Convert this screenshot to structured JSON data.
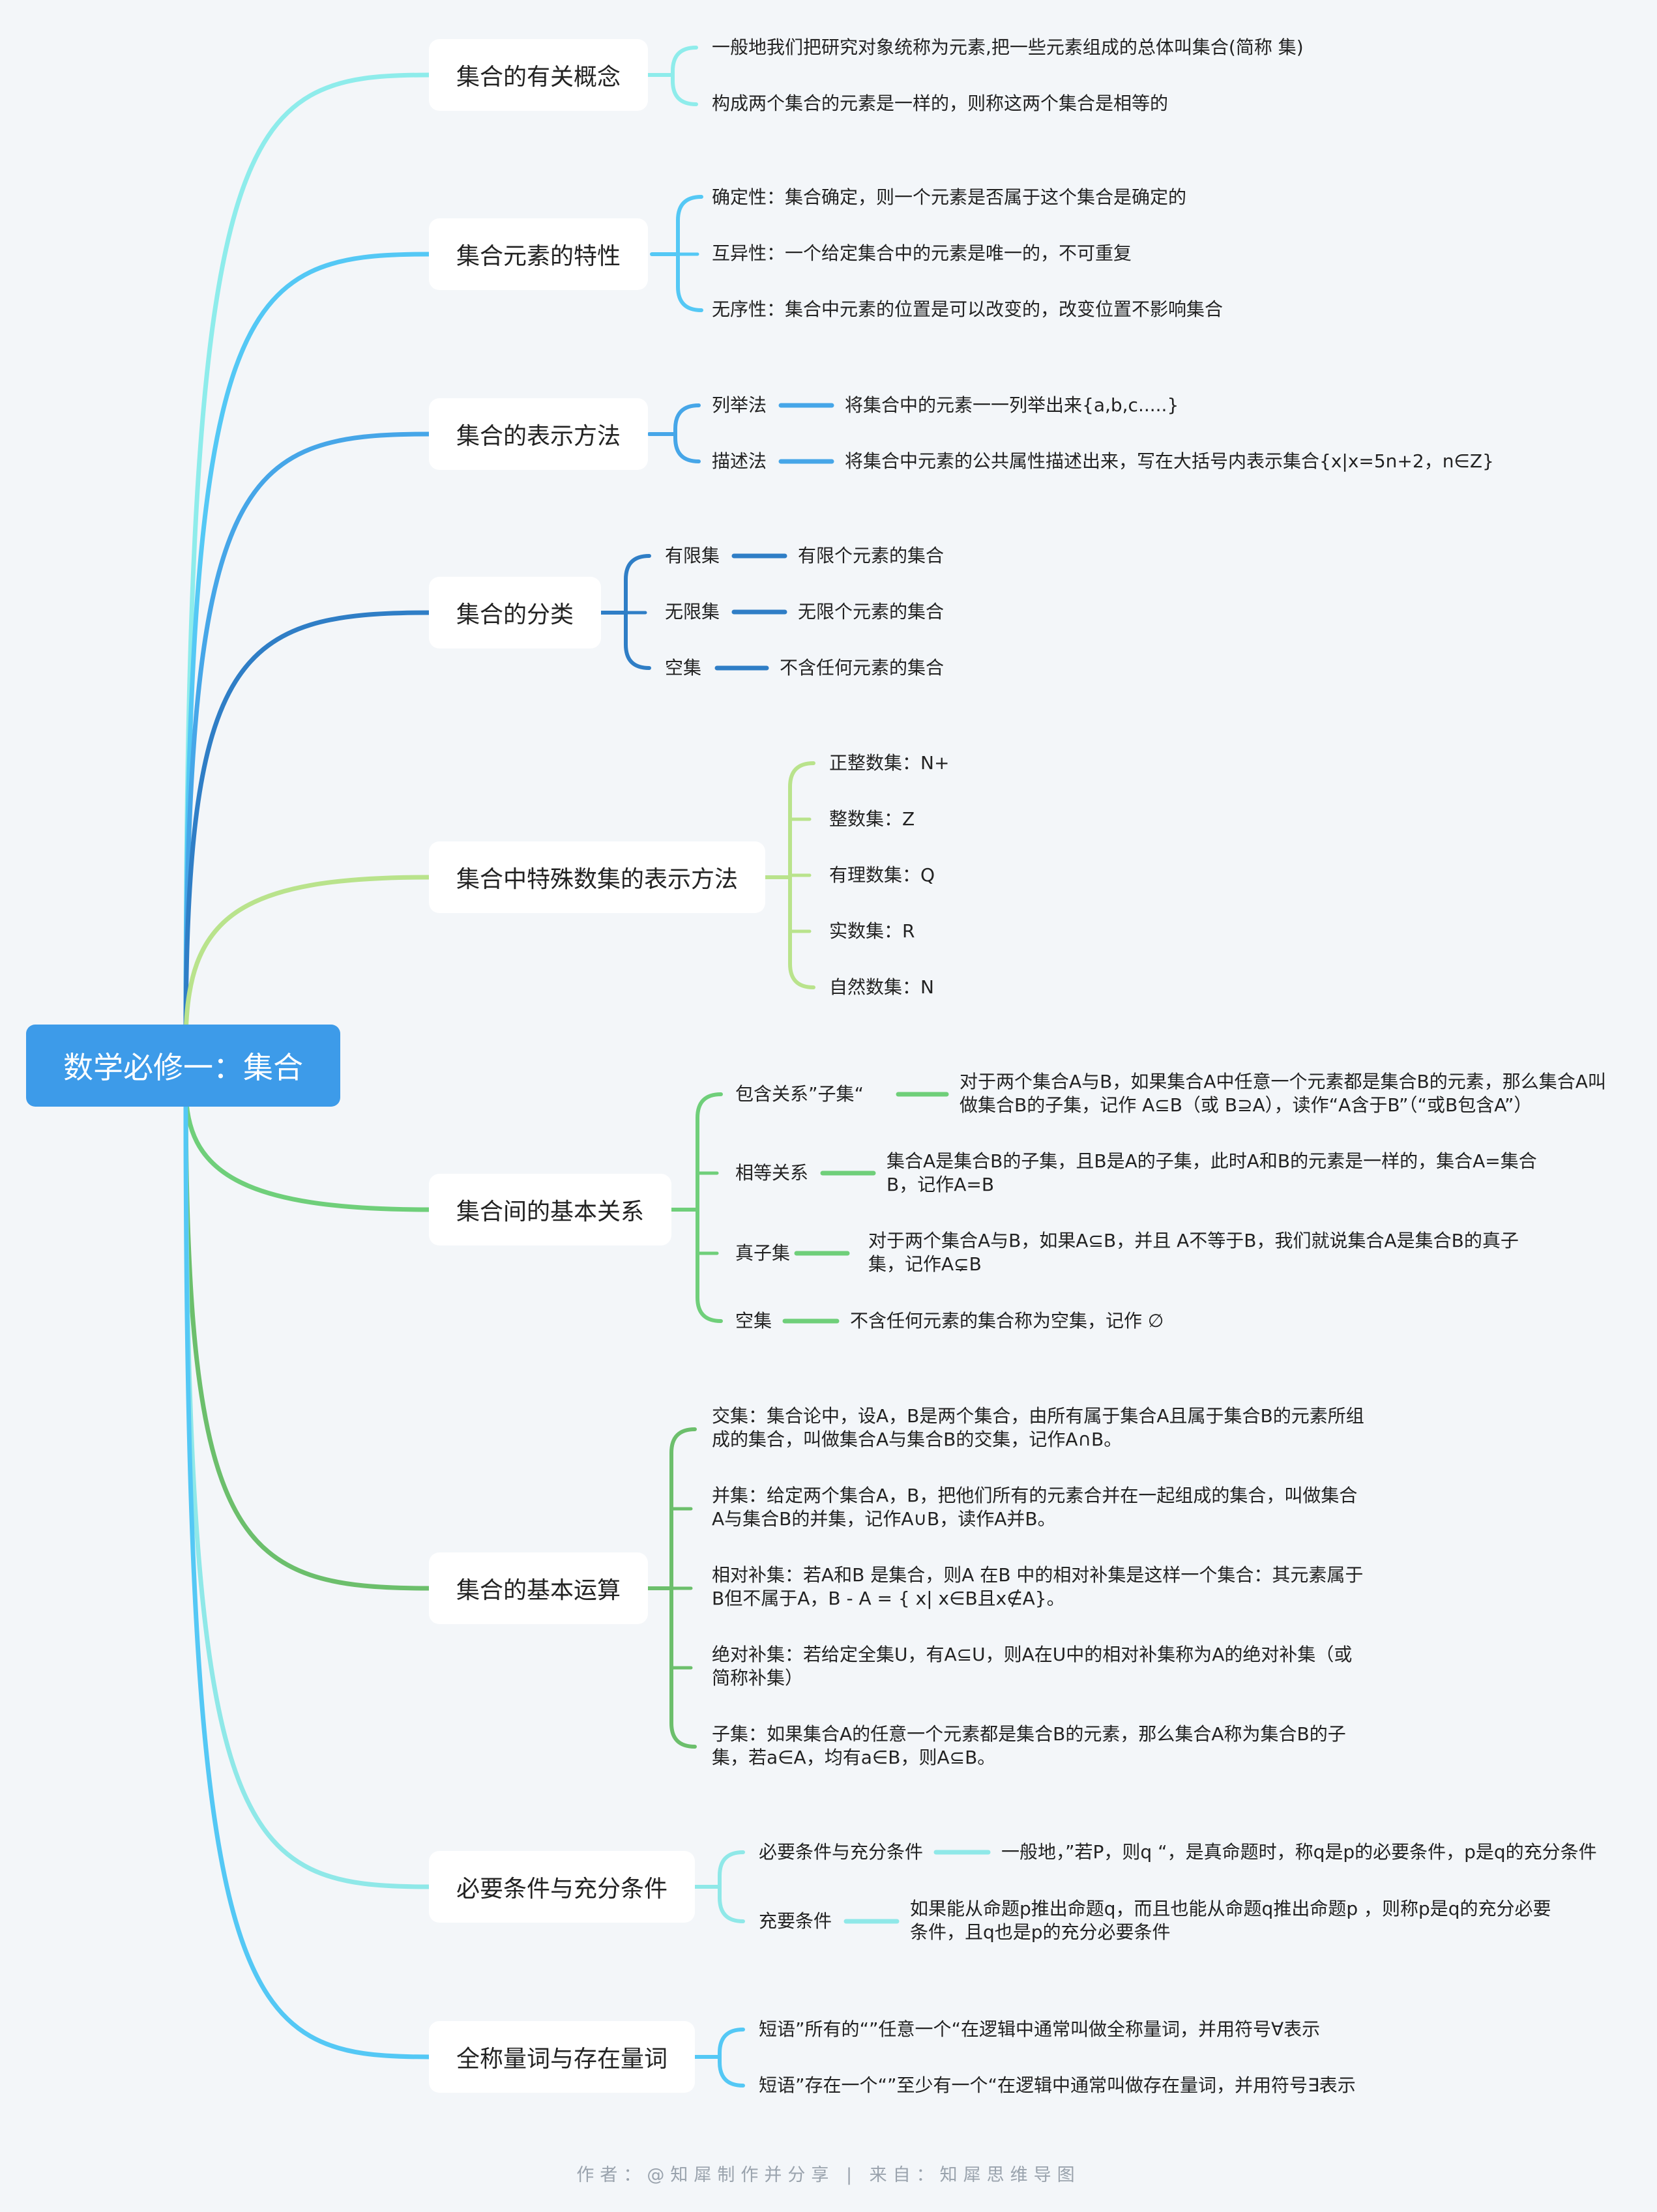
{
  "root": {
    "label": "数学必修一：集合"
  },
  "colors": {
    "b1": "#8eeceb",
    "b2": "#54c8f5",
    "b3": "#46a6e8",
    "b4": "#2f7ec6",
    "b5": "#b9e38c",
    "b6": "#6fcf7a",
    "b7": "#6cbf6c",
    "b8": "#8fe8e8",
    "b9": "#54c8f5"
  },
  "branches": [
    {
      "label": "集合的有关概念",
      "items": [
        "一般地我们把研究对象统称为元素,把一些元素组成的总体叫集合(简称 集)",
        "构成两个集合的元素是一样的，则称这两个集合是相等的"
      ]
    },
    {
      "label": "集合元素的特性",
      "items": [
        "确定性：集合确定，则一个元素是否属于这个集合是确定的",
        "互异性：一个给定集合中的元素是唯一的，不可重复",
        "无序性：集合中元素的位置是可以改变的，改变位置不影响集合"
      ]
    },
    {
      "label": "集合的表示方法",
      "items": [
        {
          "label": "列举法",
          "detail": "将集合中的元素一一列举出来{a,b,c.....}"
        },
        {
          "label": "描述法",
          "detail": "将集合中元素的公共属性描述出来，写在大括号内表示集合{x|x=5n+2，n∈Z}"
        }
      ]
    },
    {
      "label": "集合的分类",
      "items": [
        {
          "label": "有限集",
          "detail": "有限个元素的集合"
        },
        {
          "label": "无限集",
          "detail": "无限个元素的集合"
        },
        {
          "label": "空集",
          "detail": "不含任何元素的集合"
        }
      ]
    },
    {
      "label": "集合中特殊数集的表示方法",
      "items": [
        "正整数集：N+",
        "整数集：Z",
        "有理数集：Q",
        "实数集：R",
        "自然数集：N"
      ]
    },
    {
      "label": "集合间的基本关系",
      "items": [
        {
          "label": "包含关系”子集“",
          "detail": [
            "对于两个集合A与B，如果集合A中任意一个元素都是集合B的元素，那么集合A叫",
            "做集合B的子集，记作 A⊆B（或 B⊇A），读作“A含于B”（“或B包含A”）"
          ]
        },
        {
          "label": "相等关系",
          "detail": [
            "集合A是集合B的子集，且B是A的子集，此时A和B的元素是一样的，集合A=集合",
            "B，记作A=B"
          ]
        },
        {
          "label": "真子集",
          "detail": [
            "对于两个集合A与B，如果A⊆B，并且 A不等于B，我们就说集合A是集合B的真子",
            "集，记作A⊊B"
          ]
        },
        {
          "label": "空集",
          "detail": [
            "不含任何元素的集合称为空集，记作 ∅"
          ]
        }
      ]
    },
    {
      "label": "集合的基本运算",
      "items": [
        [
          "交集：集合论中，设A，B是两个集合，由所有属于集合A且属于集合B的元素所组",
          "成的集合，叫做集合A与集合B的交集，记作A∩B。"
        ],
        [
          "并集：给定两个集合A，B，把他们所有的元素合并在一起组成的集合，叫做集合",
          "A与集合B的并集，记作A∪B，读作A并B。"
        ],
        [
          "相对补集：若A和B 是集合，则A 在B 中的相对补集是这样一个集合：其元素属于",
          "B但不属于A，B - A = { x| x∈B且x∉A}。"
        ],
        [
          "绝对补集：若给定全集U，有A⊆U，则A在U中的相对补集称为A的绝对补集（或",
          "简称补集）"
        ],
        [
          "子集：如果集合A的任意一个元素都是集合B的元素，那么集合A称为集合B的子",
          "集，若a∈A，均有a∈B，则A⊆B。"
        ]
      ]
    },
    {
      "label": "必要条件与充分条件",
      "items": [
        {
          "label": "必要条件与充分条件",
          "detail": [
            "一般地，”若P，则q “，是真命题时，称q是p的必要条件，p是q的充分条件"
          ]
        },
        {
          "label": "充要条件",
          "detail": [
            "如果能从命题p推出命题q，而且也能从命题q推出命题p ，则称p是q的充分必要",
            "条件，且q也是p的充分必要条件"
          ]
        }
      ]
    },
    {
      "label": "全称量词与存在量词",
      "items": [
        "短语”所有的“”任意一个“在逻辑中通常叫做全称量词，并用符号∀表示",
        "短语”存在一个“”至少有一个“在逻辑中通常叫做存在量词，并用符号∃表示"
      ]
    }
  ],
  "footer": "作者：@知犀制作并分享 | 来自：知犀思维导图"
}
